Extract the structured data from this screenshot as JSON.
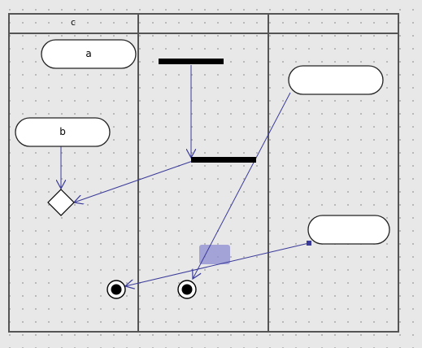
{
  "diagram": {
    "type": "activity-diagram-swimlanes",
    "swimlanes": [
      {
        "id": "lane-1",
        "title": "c"
      },
      {
        "id": "lane-2",
        "title": ""
      },
      {
        "id": "lane-3",
        "title": ""
      }
    ],
    "nodes": [
      {
        "id": "activity-a",
        "kind": "activity",
        "label": "a",
        "lane": "lane-1"
      },
      {
        "id": "activity-b",
        "kind": "activity",
        "label": "b",
        "lane": "lane-1"
      },
      {
        "id": "activity-unlabeled-1",
        "kind": "activity",
        "label": "",
        "lane": "lane-3"
      },
      {
        "id": "activity-unlabeled-2",
        "kind": "activity",
        "label": "",
        "lane": "lane-3"
      },
      {
        "id": "fork-bar",
        "kind": "fork",
        "lane": "lane-2"
      },
      {
        "id": "join-bar",
        "kind": "join",
        "lane": "lane-2"
      },
      {
        "id": "decision",
        "kind": "decision",
        "lane": "lane-1"
      },
      {
        "id": "final-1",
        "kind": "final",
        "lane": "lane-1"
      },
      {
        "id": "final-2",
        "kind": "final",
        "lane": "lane-2"
      }
    ],
    "edges": [
      {
        "from": "fork-bar",
        "to": "join-bar"
      },
      {
        "from": "activity-b",
        "to": "decision"
      },
      {
        "from": "join-bar",
        "to": "decision"
      },
      {
        "from": "activity-unlabeled-1",
        "to": "final-2"
      },
      {
        "from": "activity-unlabeled-2",
        "to": "final-1",
        "selected": true
      }
    ],
    "colors": {
      "canvas_background": "#e8e8e8",
      "grid_dot": "#b4b4b4",
      "frame": "#555555",
      "edge": "#3a3a9a",
      "selection_handle": "#3a3a9a",
      "selection_box": "#8c8cd2"
    }
  }
}
